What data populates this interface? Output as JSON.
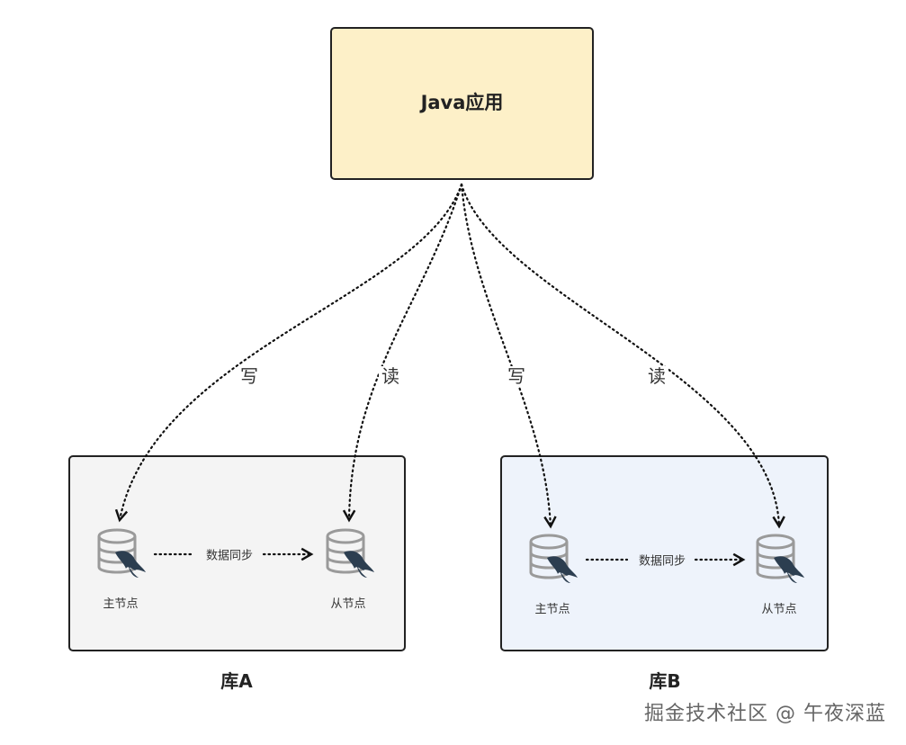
{
  "app": {
    "title": "Java应用"
  },
  "edges": [
    {
      "label": "写"
    },
    {
      "label": "读"
    },
    {
      "label": "写"
    },
    {
      "label": "读"
    }
  ],
  "clusters": [
    {
      "label": "库A",
      "master_label": "主节点",
      "slave_label": "从节点",
      "sync_label": "数据同步",
      "background": "#f4f4f4"
    },
    {
      "label": "库B",
      "master_label": "主节点",
      "slave_label": "从节点",
      "sync_label": "数据同步",
      "background": "#eef3fb"
    }
  ],
  "icons": {
    "database": "mysql-database-icon"
  },
  "watermark": "掘金技术社区 @ 午夜深蓝"
}
